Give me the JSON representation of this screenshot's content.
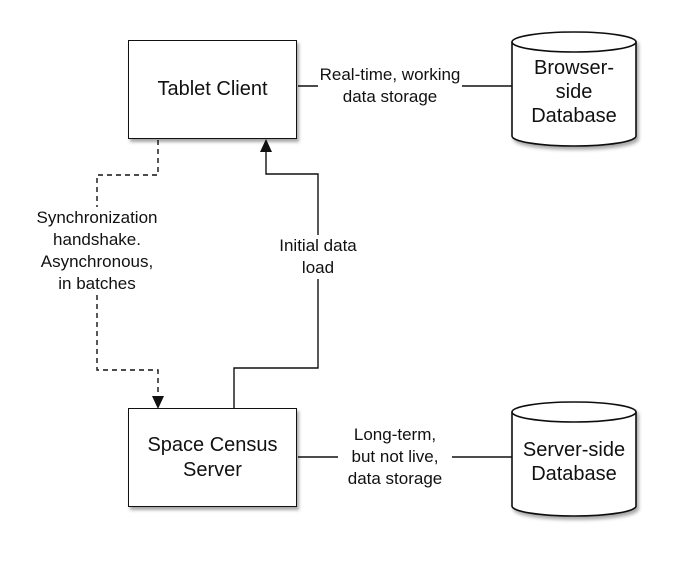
{
  "nodes": {
    "tablet_client": "Tablet Client",
    "space_census_server": [
      "Space Census",
      "Server"
    ],
    "browser_db": [
      "Browser-",
      "side",
      "Database"
    ],
    "server_db": [
      "Server-side",
      "Database"
    ]
  },
  "edges": {
    "realtime": [
      "Real-time, working",
      "data storage"
    ],
    "sync": [
      "Synchronization",
      "handshake.",
      "Asynchronous,",
      "in batches"
    ],
    "initial": [
      "Initial data",
      "load"
    ],
    "longterm": [
      "Long-term,",
      "but not live,",
      "data storage"
    ]
  }
}
